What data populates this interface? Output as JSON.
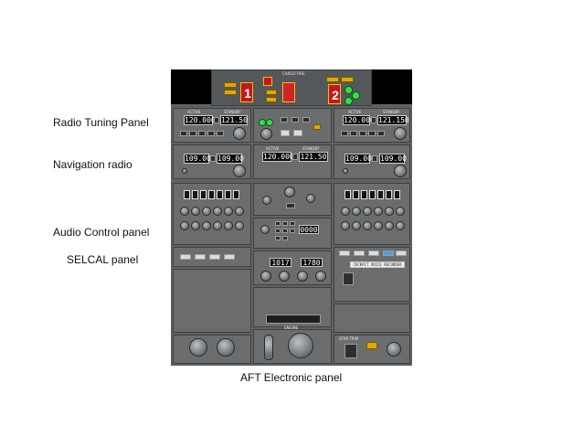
{
  "labels": {
    "radio_tuning": "Radio Tuning Panel",
    "navigation": "Navigation radio",
    "audio_control": "Audio Control panel",
    "selcal": "SELCAL panel",
    "aft_electronic": "AFT Electronic panel"
  },
  "panel": {
    "left_vhf_active": "120.000",
    "left_vhf_standby": "121.50",
    "center_vhf_active": "120.000",
    "center_vhf_standby": "121.50",
    "right_vhf_active": "120.000",
    "right_vhf_standby": "121.150",
    "left_nav_active": "109.00",
    "left_nav_standby": "109.00",
    "right_nav_active": "109.00",
    "right_nav_standby": "109.00",
    "atc_code": "0000",
    "adf1": "1017",
    "adf2": "1780",
    "engine_1": "1",
    "engine_2": "2",
    "active_caption": "ACTIVE",
    "standby_caption": "STANDBY",
    "cargo_fire_caption": "CARGO FIRE",
    "engine_caption": "ENGINE",
    "cockpit_voice_caption": "COCKPIT VOICE RECORDER",
    "stab_trim_caption": "STAB TRIM"
  },
  "colors": {
    "panel": "#5f6163",
    "warning": "#c4161c",
    "caution": "#e0a800",
    "light": "#35e04a"
  }
}
